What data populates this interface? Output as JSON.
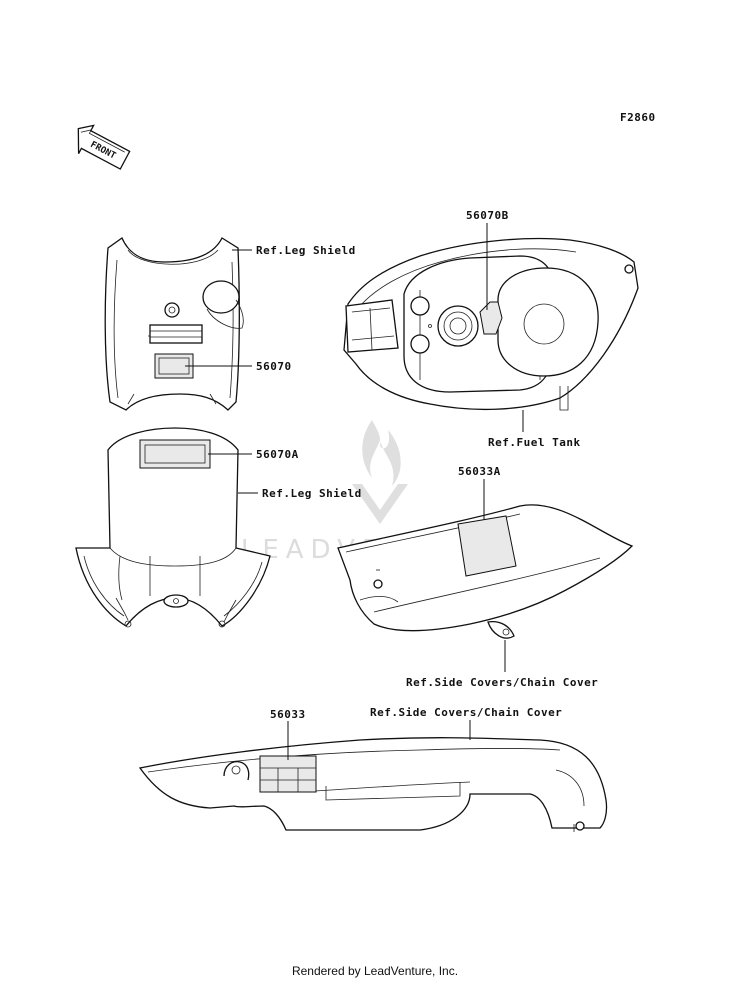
{
  "diagram_code": "F2860",
  "front_arrow": {
    "label": "FRONT",
    "icon": "front-direction-arrow-icon"
  },
  "watermark": {
    "text": "LEADVENTURE"
  },
  "callouts": {
    "ref_leg_shield_top": "Ref.Leg Shield",
    "part_56070": "56070",
    "part_56070A": "56070A",
    "ref_leg_shield_bottom": "Ref.Leg Shield",
    "part_56070B": "56070B",
    "ref_fuel_tank": "Ref.Fuel Tank",
    "part_56033A": "56033A",
    "ref_side_covers_1": "Ref.Side Covers/Chain Cover",
    "part_56033": "56033",
    "ref_side_covers_2": "Ref.Side Covers/Chain Cover"
  },
  "footer": {
    "text": "Rendered by LeadVenture, Inc."
  }
}
